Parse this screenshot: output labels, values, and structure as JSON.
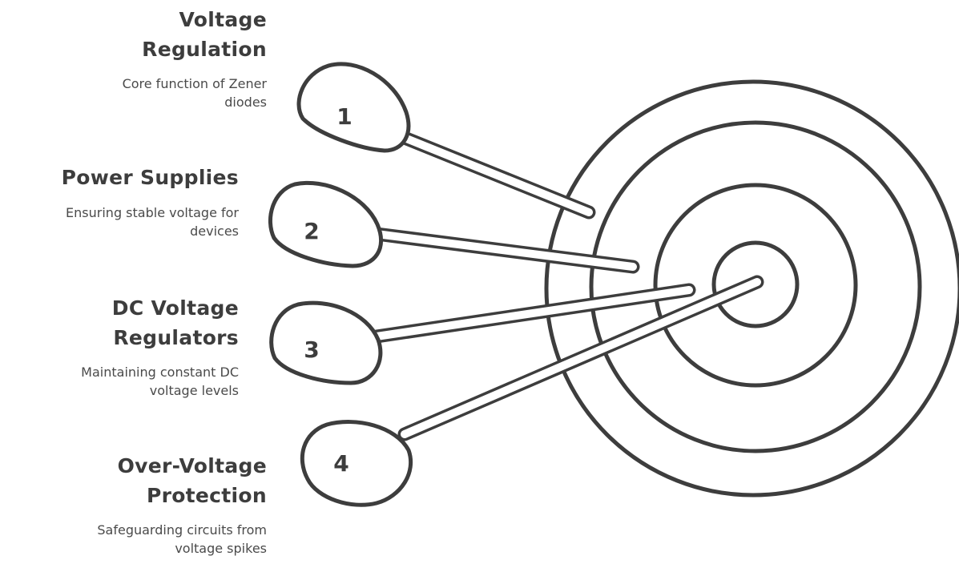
{
  "items": [
    {
      "number": "1",
      "title_lines": [
        "Voltage",
        "Regulation"
      ],
      "desc_lines": [
        "Core function of Zener",
        "diodes"
      ]
    },
    {
      "number": "2",
      "title_lines": [
        "Power Supplies"
      ],
      "desc_lines": [
        "Ensuring stable voltage for",
        "devices"
      ]
    },
    {
      "number": "3",
      "title_lines": [
        "DC Voltage",
        "Regulators"
      ],
      "desc_lines": [
        "Maintaining constant DC",
        "voltage levels"
      ]
    },
    {
      "number": "4",
      "title_lines": [
        "Over-Voltage",
        "Protection"
      ],
      "desc_lines": [
        "Safeguarding circuits from",
        "voltage spikes"
      ]
    }
  ],
  "colors": {
    "stroke": "#3d3d3d",
    "fill": "#ffffff"
  },
  "icons": {
    "target": "target-icon",
    "dart": "dart-icon"
  }
}
